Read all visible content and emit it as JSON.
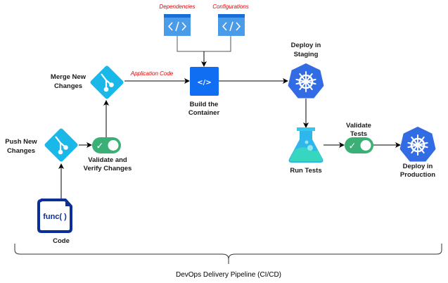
{
  "title": "DevOps Delivery Pipeline (CI/CD)",
  "colors": {
    "git": "#1ab8e8",
    "toggle": "#3aaf76",
    "build": "#0f6ef2",
    "code_icon": "#3c8de8",
    "k8s": "#326ce5",
    "red_label": "#e00000",
    "func": "#0b2e99"
  },
  "nodes": {
    "code": {
      "label": "Code",
      "icon_text": "func( )",
      "icon": "code-file-icon"
    },
    "push": {
      "label_l1": "Push New",
      "label_l2": "Changes",
      "icon": "git-icon"
    },
    "validate_verify": {
      "label_l1": "Validate and",
      "label_l2": "Verify Changes",
      "icon": "toggle-check-icon"
    },
    "merge": {
      "label_l1": "Merge New",
      "label_l2": "Changes",
      "icon": "git-icon"
    },
    "dependencies": {
      "label": "Dependencies",
      "icon": "code-window-icon"
    },
    "configurations": {
      "label": "Configurations",
      "icon": "code-window-icon"
    },
    "build": {
      "label_l1": "Build the",
      "label_l2": "Container",
      "icon": "code-box-icon",
      "icon_text": "</>"
    },
    "staging": {
      "label_l1": "Deploy in",
      "label_l2": "Staging",
      "icon": "kubernetes-icon"
    },
    "run_tests": {
      "label": "Run Tests",
      "icon": "flask-icon"
    },
    "validate_tests": {
      "label_l1": "Validate",
      "label_l2": "Tests",
      "icon": "toggle-check-icon"
    },
    "production": {
      "label_l1": "Deploy in",
      "label_l2": "Production",
      "icon": "kubernetes-icon"
    }
  },
  "edge_labels": {
    "application_code": "Application Code"
  },
  "glyphs": {
    "check": "✓",
    "code_tag": "</>"
  }
}
